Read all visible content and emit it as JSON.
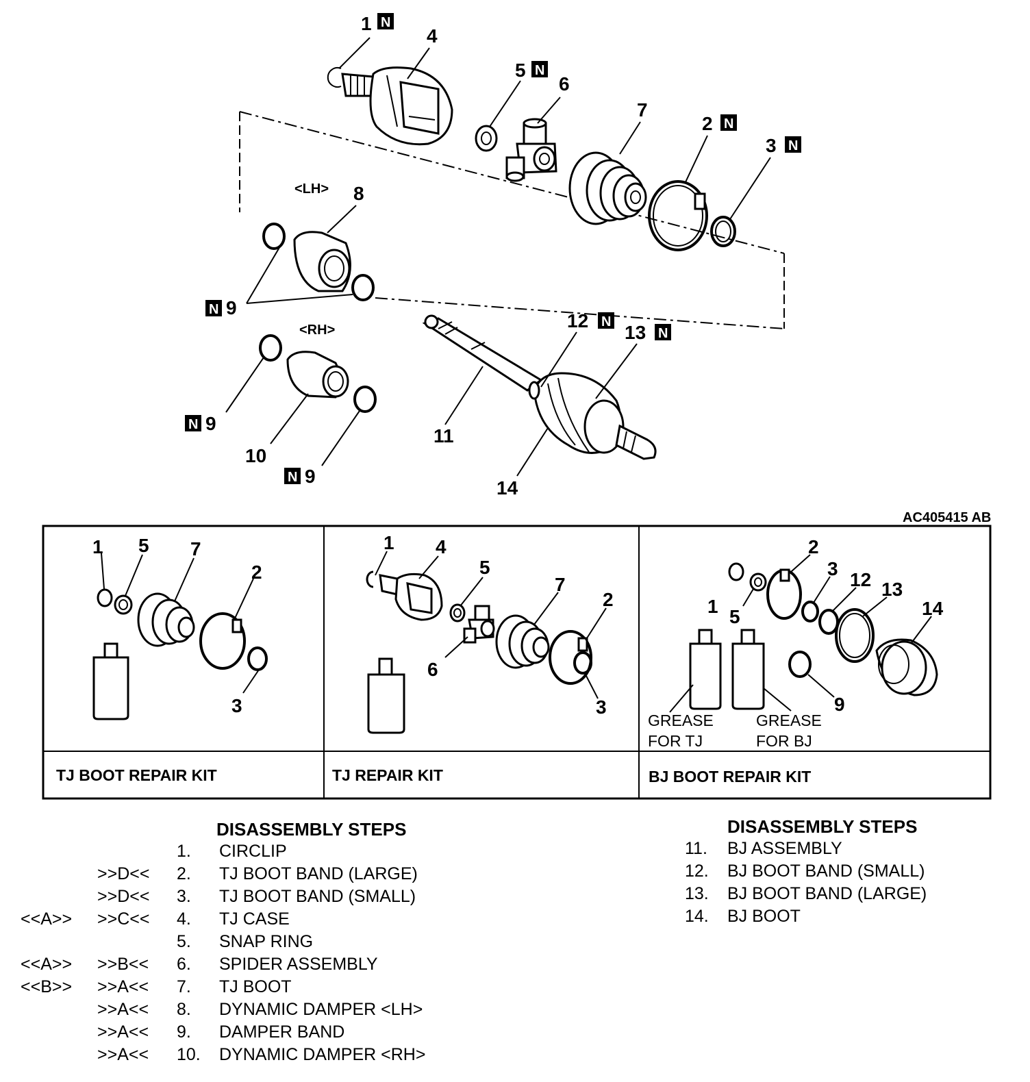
{
  "figure_code": "AC405415 AB",
  "new_part_mark": "N",
  "callouts": {
    "c1": "1",
    "c2": "2",
    "c3": "3",
    "c4": "4",
    "c5": "5",
    "c6": "6",
    "c7": "7",
    "c8": "8",
    "c9": "9",
    "c10": "10",
    "c11": "11",
    "c12": "12",
    "c13": "13",
    "c14": "14"
  },
  "side_labels": {
    "lh": "<LH>",
    "rh": "<RH>"
  },
  "kits": [
    {
      "name": "TJ BOOT REPAIR KIT"
    },
    {
      "name": "TJ REPAIR KIT"
    },
    {
      "name": "BJ BOOT REPAIR KIT"
    }
  ],
  "grease_labels": {
    "tj_line1": "GREASE",
    "tj_line2": "FOR TJ",
    "bj_line1": "GREASE",
    "bj_line2": "FOR BJ"
  },
  "left_steps": {
    "title": "DISASSEMBLY STEPS",
    "items": [
      {
        "a": "",
        "b": "",
        "num": "1.",
        "text": "CIRCLIP"
      },
      {
        "a": "",
        "b": ">>D<<",
        "num": "2.",
        "text": "TJ BOOT BAND (LARGE)"
      },
      {
        "a": "",
        "b": ">>D<<",
        "num": "3.",
        "text": "TJ BOOT BAND (SMALL)"
      },
      {
        "a": "<<A>>",
        "b": ">>C<<",
        "num": "4.",
        "text": "TJ CASE"
      },
      {
        "a": "",
        "b": "",
        "num": "5.",
        "text": "SNAP RING"
      },
      {
        "a": "<<A>>",
        "b": ">>B<<",
        "num": "6.",
        "text": "SPIDER ASSEMBLY"
      },
      {
        "a": "<<B>>",
        "b": ">>A<<",
        "num": "7.",
        "text": "TJ BOOT"
      },
      {
        "a": "",
        "b": ">>A<<",
        "num": "8.",
        "text": "DYNAMIC DAMPER <LH>"
      },
      {
        "a": "",
        "b": ">>A<<",
        "num": "9.",
        "text": "DAMPER BAND"
      },
      {
        "a": "",
        "b": ">>A<<",
        "num": "10.",
        "text": "DYNAMIC DAMPER <RH>"
      }
    ]
  },
  "right_steps": {
    "title": "DISASSEMBLY STEPS",
    "items": [
      {
        "num": "11.",
        "text": "BJ ASSEMBLY"
      },
      {
        "num": "12.",
        "text": "BJ BOOT BAND (SMALL)"
      },
      {
        "num": "13.",
        "text": "BJ BOOT BAND (LARGE)"
      },
      {
        "num": "14.",
        "text": "BJ BOOT"
      }
    ]
  }
}
